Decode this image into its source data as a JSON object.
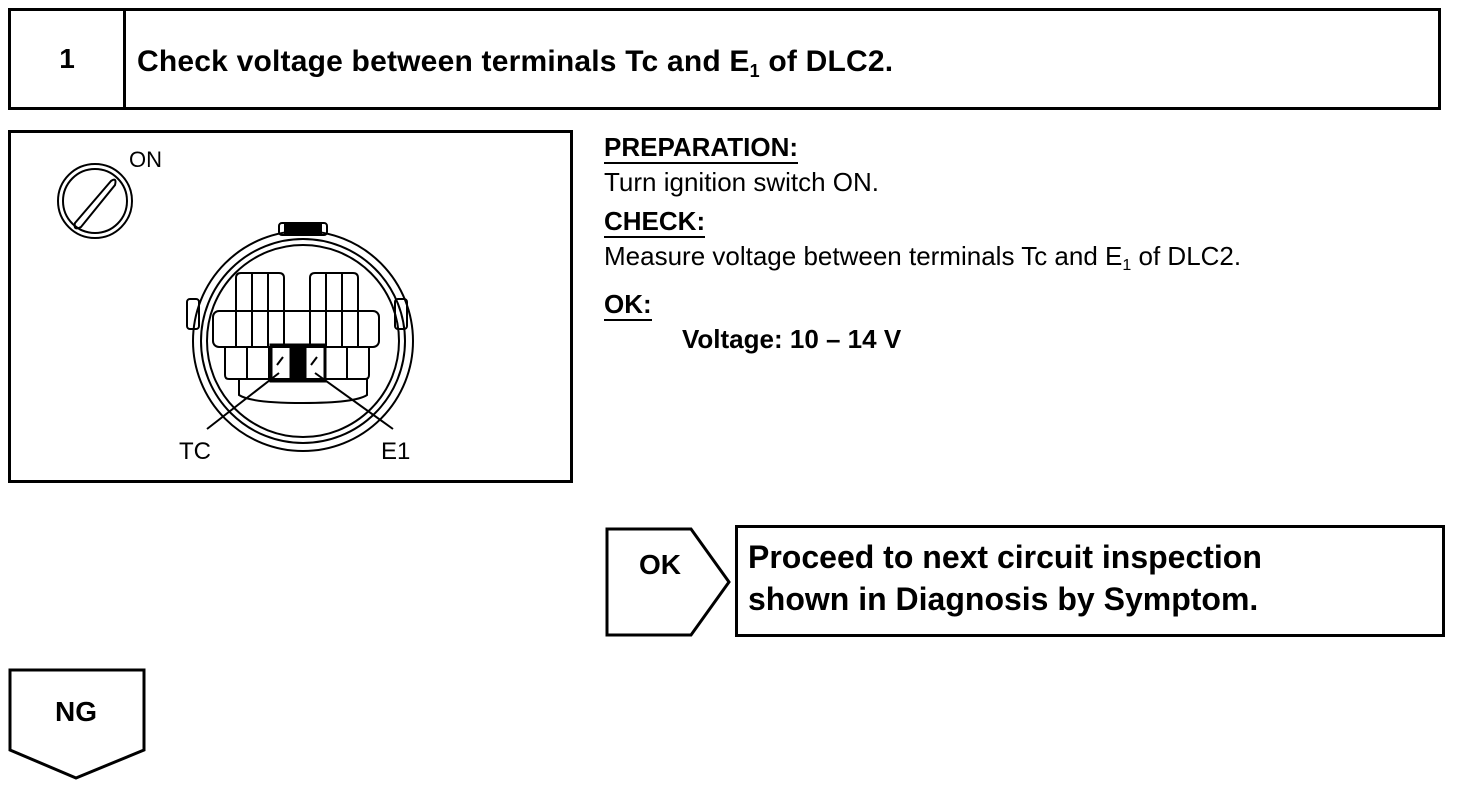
{
  "step": {
    "number": "1",
    "title_prefix": "Check voltage between terminals Tc and E",
    "title_sub": "1",
    "title_suffix": " of DLC2."
  },
  "figure": {
    "switch_label": "ON",
    "terminal_left": "TC",
    "terminal_right": "E1"
  },
  "instructions": {
    "preparation_header": "PREPARATION:",
    "preparation_text": "Turn ignition switch ON.",
    "check_header": "CHECK:",
    "check_prefix": "Measure voltage between terminals Tc and E",
    "check_sub": "1",
    "check_suffix": " of DLC2.",
    "ok_header": "OK:",
    "ok_spec": "Voltage: 10 – 14 V"
  },
  "ok_branch": {
    "label": "OK",
    "line1": "Proceed to next circuit inspection",
    "line2": "shown in Diagnosis by Symptom."
  },
  "ng_branch": {
    "label": "NG"
  }
}
